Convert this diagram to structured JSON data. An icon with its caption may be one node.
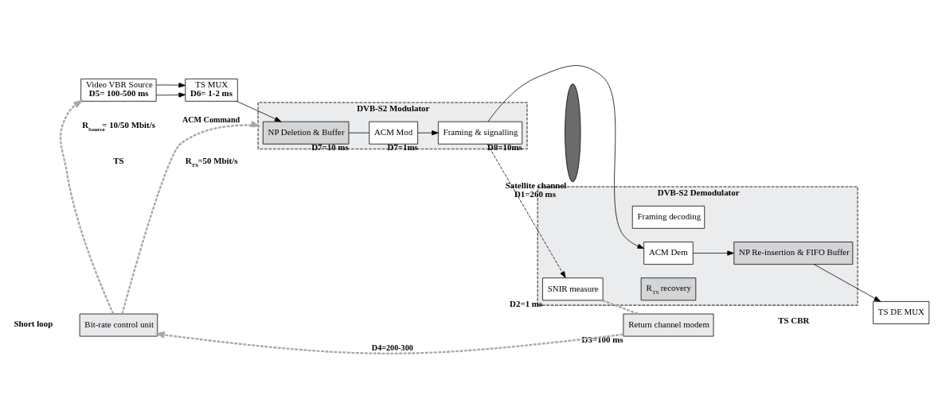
{
  "diagram": {
    "nodes": [
      {
        "text": [
          "Video VBR Source",
          "**D5= 100-500 ms**"
        ]
      },
      {
        "text": [
          "TS MUX",
          "**D6= 1-2 ms**"
        ]
      },
      {
        "text": [
          "DVB-S2 Modulator"
        ]
      },
      {
        "text": [
          "NP Deletion & Buffer"
        ],
        "in": 2,
        "beside": [
          "D7=10 ms"
        ]
      },
      {
        "text": [
          "ACM Mod"
        ],
        "in": 2,
        "beside": [
          "D7=1ms"
        ]
      },
      {
        "text": [
          "Framing & signalling"
        ],
        "in": 2,
        "beside": [
          "D8=10ms"
        ]
      },
      {
        "text": [],
        "shape": "ellipse",
        "beside": [
          "Satellite channel",
          "D1=260 ms"
        ]
      },
      {
        "text": [
          "DVB-S2 Demodulator"
        ]
      },
      {
        "text": [
          "Framing decoding"
        ],
        "in": 7
      },
      {
        "text": [
          "ACM Dem"
        ],
        "in": 7
      },
      {
        "text": [
          "NP Re-insertion & FIFO Buffer"
        ],
        "in": 7
      },
      {
        "text": [
          "SNIR measure"
        ],
        "in": 7,
        "beside": [
          "D2=1 ms"
        ]
      },
      {
        "text": [
          "R$_{TS}$ recovery"
        ],
        "in": 7
      },
      {
        "text": [
          "TS DE MUX"
        ]
      },
      {
        "text": [
          "Bit-rate control unit"
        ]
      },
      {
        "text": [
          "Return channel modem"
        ],
        "beside": [
          "D3=100 ms"
        ]
      }
    ],
    "edges": [
      {
        "from": 0,
        "to": 1,
        "arrow": "to"
      },
      {
        "from": 0,
        "to": 1,
        "arrow": "to"
      },
      {
        "from": 1,
        "to": 3,
        "arrow": "to"
      },
      {
        "from": 3,
        "to": 4,
        "arrow": "none"
      },
      {
        "from": 4,
        "to": 5,
        "arrow": "to"
      },
      {
        "from": 5,
        "to": 9,
        "arrow": "to"
      },
      {
        "from": 9,
        "to": 10,
        "arrow": "to"
      },
      {
        "from": 10,
        "to": 13,
        "arrow": "to"
      },
      {
        "from": 5,
        "to": 11,
        "arrow": "to",
        "style": "dashed"
      },
      {
        "from": 11,
        "to": 15,
        "arrow": "none",
        "style": "dashed",
        "color": "#a8a8a8"
      },
      {
        "from": 15,
        "to": 14,
        "arrow": "to",
        "style": "dashed",
        "color": "#a8a8a8",
        "label": "D4=200-300"
      },
      {
        "from": 14,
        "to": 0,
        "arrow": "to",
        "style": "dashed",
        "color": "#a8a8a8"
      },
      {
        "from": 14,
        "to": 2,
        "arrow": "to",
        "style": "dashed",
        "color": "#a8a8a8",
        "label": "ACM Command"
      }
    ],
    "labels": [
      "TS",
      "R$_{TS}$=50 Mbit/s",
      "R$_{Source}$= 10/50 Mbit/s",
      "TS CBR",
      "Short loop"
    ]
  }
}
